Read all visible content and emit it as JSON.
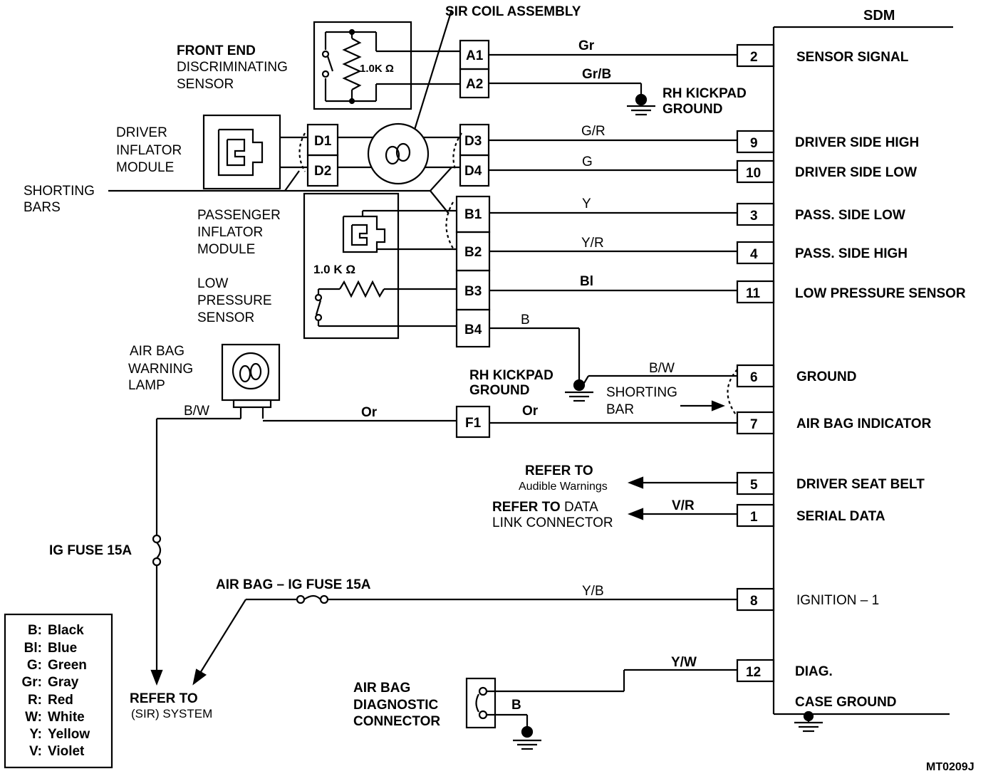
{
  "sdm": {
    "title": "SDM",
    "terminals": [
      {
        "pin": "2",
        "label": "SENSOR SIGNAL"
      },
      {
        "pin": "9",
        "label": "DRIVER SIDE HIGH"
      },
      {
        "pin": "10",
        "label": "DRIVER SIDE LOW"
      },
      {
        "pin": "3",
        "label": "PASS. SIDE LOW"
      },
      {
        "pin": "4",
        "label": "PASS. SIDE HIGH"
      },
      {
        "pin": "11",
        "label": "LOW PRESSURE SENSOR"
      },
      {
        "pin": "6",
        "label": "GROUND"
      },
      {
        "pin": "7",
        "label": "AIR BAG INDICATOR"
      },
      {
        "pin": "5",
        "label": "DRIVER SEAT BELT"
      },
      {
        "pin": "1",
        "label": "SERIAL DATA"
      },
      {
        "pin": "8",
        "label": "IGNITION – 1"
      },
      {
        "pin": "12",
        "label": "DIAG."
      }
    ],
    "case_ground": "CASE GROUND"
  },
  "components": {
    "sir_coil": "SIR COIL ASSEMBLY",
    "front_sensor": [
      "FRONT END",
      "DISCRIMINATING",
      "SENSOR"
    ],
    "front_resistor": "1.0K Ω",
    "driver_module": [
      "DRIVER",
      "INFLATOR",
      "MODULE"
    ],
    "shorting_bars": [
      "SHORTING",
      "BARS"
    ],
    "passenger_module": [
      "PASSENGER",
      "INFLATOR",
      "MODULE"
    ],
    "low_pressure": [
      "LOW",
      "PRESSURE",
      "SENSOR"
    ],
    "lp_resistor": "1.0 K Ω",
    "warning_lamp": [
      "AIR BAG",
      "WARNING",
      "LAMP"
    ],
    "kickpad_ground_1": [
      "RH KICKPAD",
      "GROUND"
    ],
    "kickpad_ground_2": [
      "RH KICKPAD",
      "GROUND"
    ],
    "shorting_bar": [
      "SHORTING",
      "BAR"
    ],
    "ig_fuse": "IG FUSE 15A",
    "airbag_fuse": "AIR BAG – IG FUSE 15A",
    "diag_connector": [
      "AIR BAG",
      "DIAGNOSTIC",
      "CONNECTOR"
    ]
  },
  "connector_pins": [
    "A1",
    "A2",
    "D1",
    "D2",
    "D3",
    "D4",
    "B1",
    "B2",
    "B3",
    "B4",
    "F1"
  ],
  "wires": {
    "a1": "Gr",
    "a2": "Gr/B",
    "d3": "G/R",
    "d4": "G",
    "b1": "Y",
    "b2": "Y/R",
    "b3": "Bl",
    "b4": "B",
    "gnd6": "B/W",
    "lamp_left": "B/W",
    "lamp_or": "Or",
    "f1_or": "Or",
    "serial": "V/R",
    "ign": "Y/B",
    "diag": "Y/W",
    "diag_gnd": "B"
  },
  "refs": {
    "audible_title": "REFER TO",
    "audible_sub": "Audible Warnings",
    "dlc_bold": "REFER TO",
    "dlc_rest": " DATA",
    "dlc_line2": "LINK CONNECTOR",
    "sir_title": "REFER TO",
    "sir_sub": "(SIR) SYSTEM"
  },
  "legend": [
    {
      "code": "B:",
      "color": "Black"
    },
    {
      "code": "Bl:",
      "color": "Blue"
    },
    {
      "code": "G:",
      "color": "Green"
    },
    {
      "code": "Gr:",
      "color": "Gray"
    },
    {
      "code": "R:",
      "color": "Red"
    },
    {
      "code": "W:",
      "color": "White"
    },
    {
      "code": "Y:",
      "color": "Yellow"
    },
    {
      "code": "V:",
      "color": "Violet"
    }
  ],
  "figure_id": "MT0209J"
}
